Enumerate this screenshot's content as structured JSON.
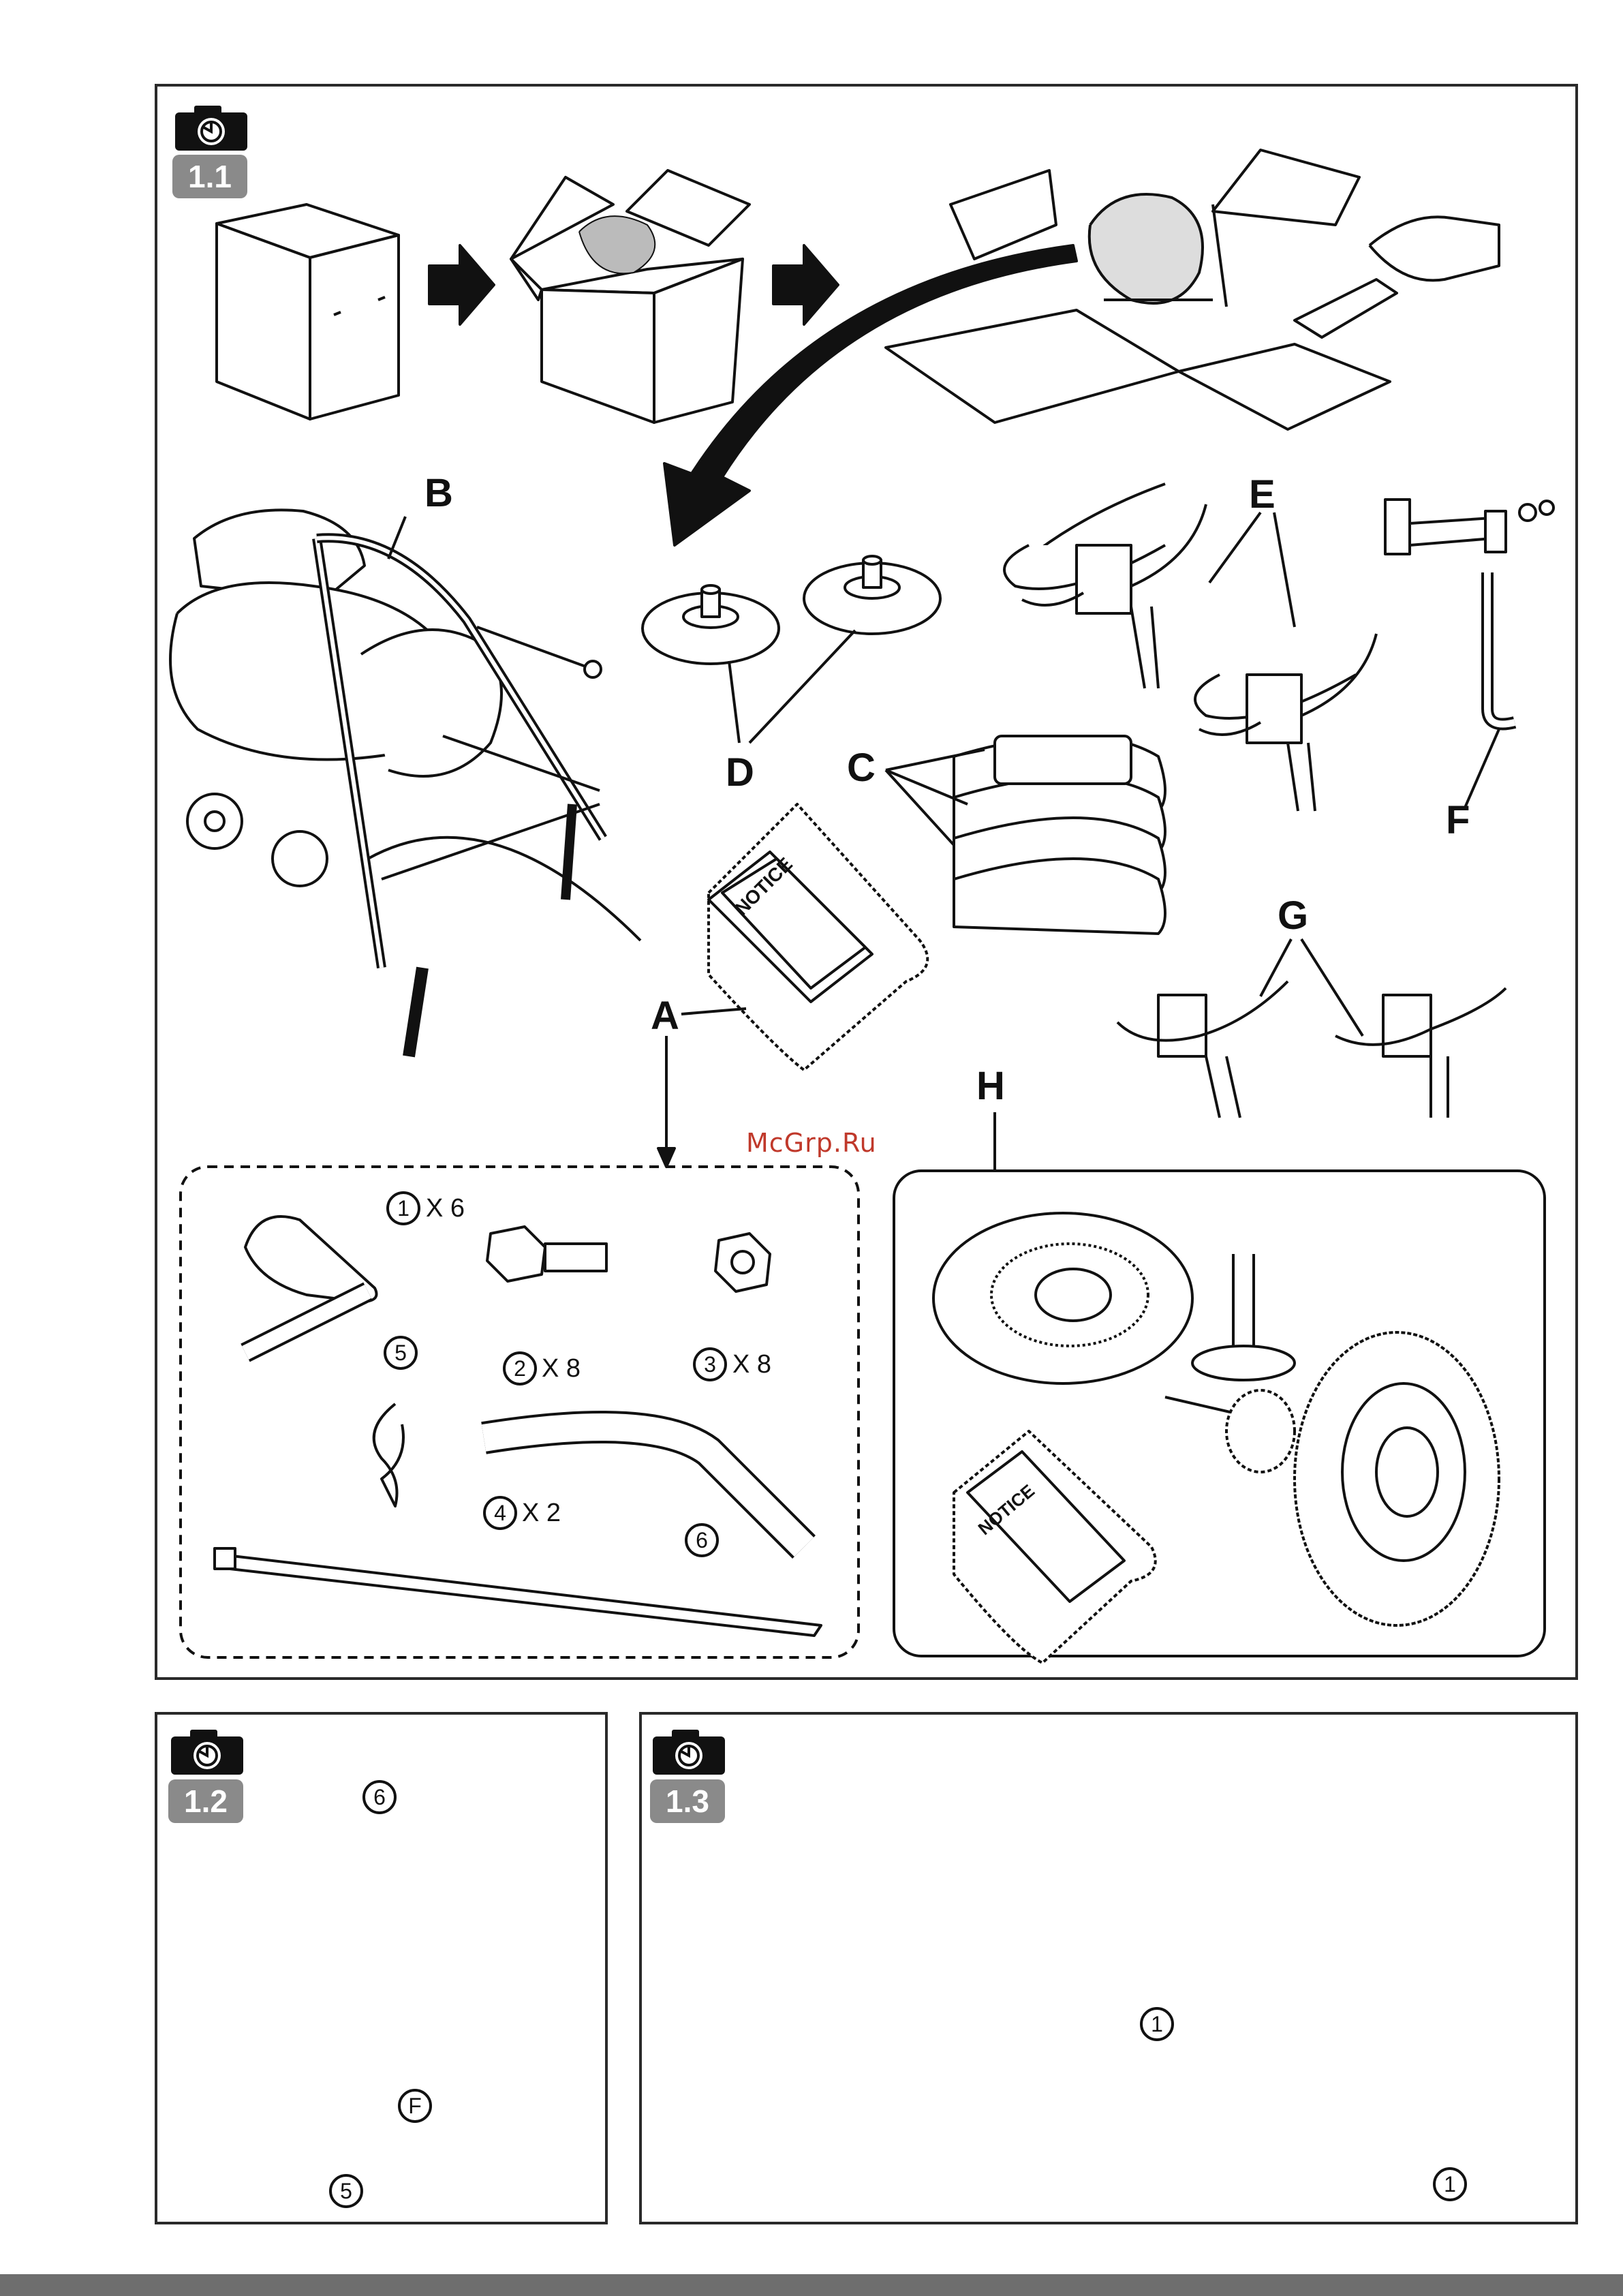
{
  "watermark": "McGrp.Ru",
  "panels": {
    "p1": {
      "step": "1.1"
    },
    "p2": {
      "step": "1.2"
    },
    "p3": {
      "step": "1.3"
    }
  },
  "labels": {
    "A": "A",
    "B": "B",
    "C": "C",
    "D": "D",
    "E": "E",
    "F": "F",
    "G": "G",
    "H": "H"
  },
  "parts": [
    {
      "num": "1",
      "qty": "X 6"
    },
    {
      "num": "2",
      "qty": "X 8"
    },
    {
      "num": "3",
      "qty": "X 8"
    },
    {
      "num": "4",
      "qty": "X 2"
    },
    {
      "num": "5",
      "qty": ""
    },
    {
      "num": "6",
      "qty": ""
    }
  ],
  "notice_text": "NOTICE",
  "p2_callouts": {
    "c6": "6",
    "cF": "F",
    "c5": "5"
  },
  "p3_callouts": {
    "c1a": "1",
    "c1b": "1"
  },
  "colors": {
    "badge": "#8a8a8a",
    "line": "#111111",
    "watermark": "#c0392b"
  }
}
